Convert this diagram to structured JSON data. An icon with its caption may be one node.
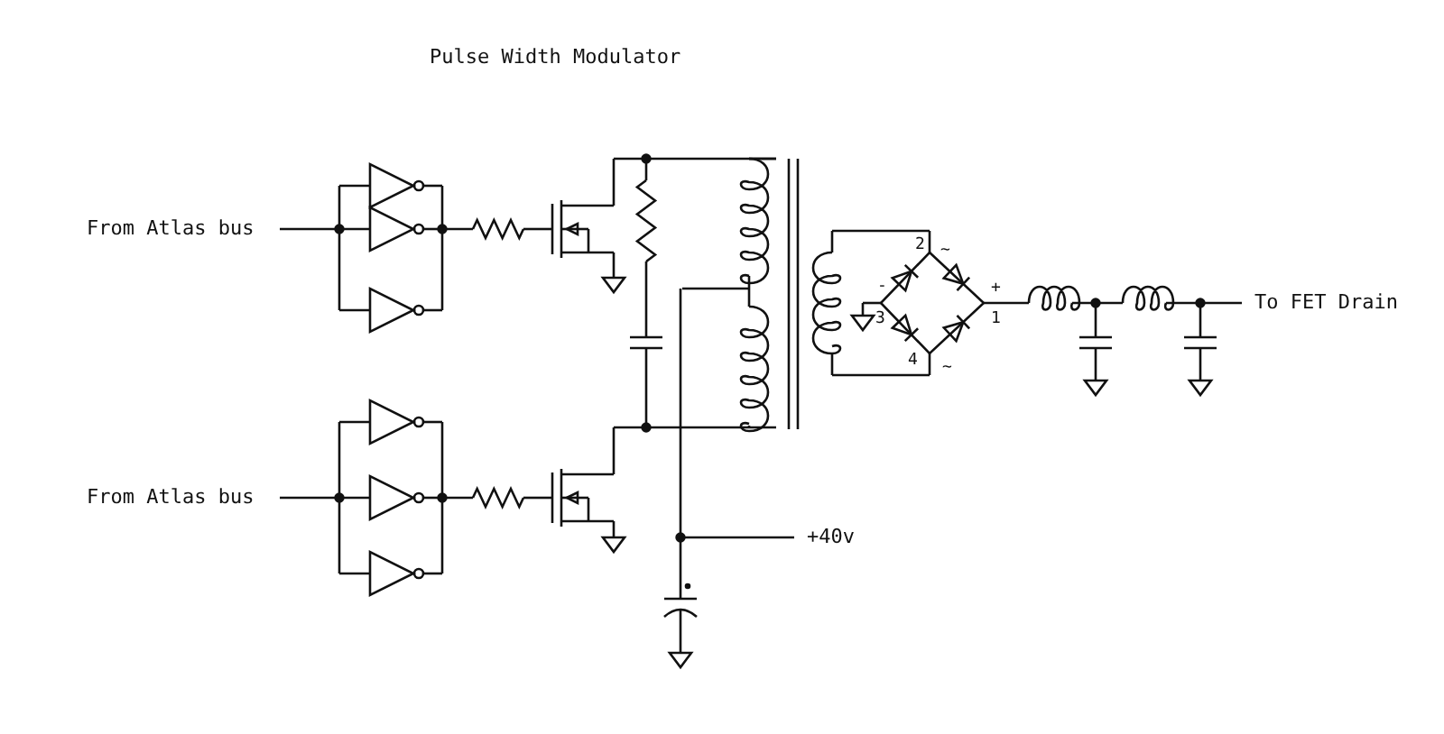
{
  "diagram": {
    "title": "Pulse Width Modulator",
    "labels": [
      "From Atlas bus",
      "2",
      "~",
      "-",
      "+",
      "3",
      "1",
      "To FET Drain",
      "4",
      "~",
      "From Atlas bus",
      "+40v"
    ]
  }
}
